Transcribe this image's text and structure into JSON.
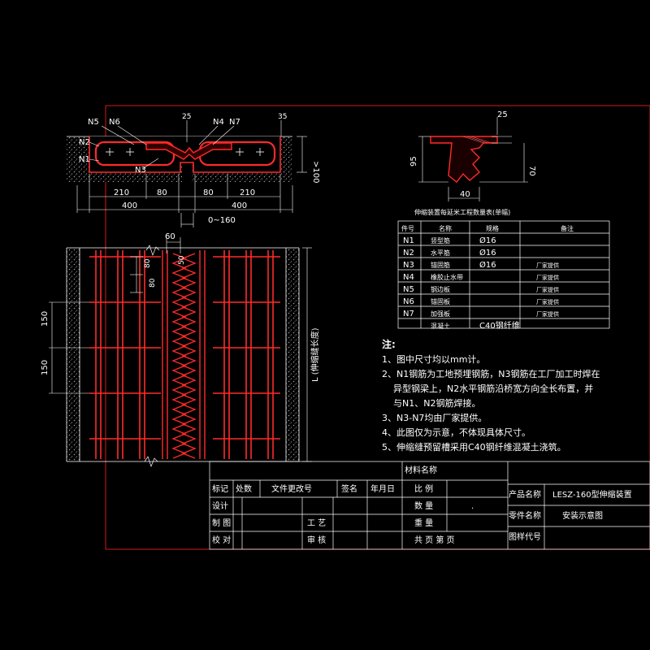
{
  "colors": {
    "background": "#000000",
    "frame": "#d21a1a",
    "rebar": "#ff2a2a",
    "dimension": "#ffffff",
    "concrete": "#9a9a9a",
    "table_text": "#ffffff",
    "notes_text": "#ffffff"
  },
  "section": {
    "labels": [
      "N5",
      "N6",
      "25",
      "N4",
      "N7",
      "35",
      "N2",
      "N1",
      "N3"
    ],
    "dims_bottom": [
      "210",
      "80",
      "80",
      "210"
    ],
    "dims_total": [
      "400",
      "400"
    ],
    "gap": "0~160",
    "height": ">100"
  },
  "profile": {
    "top": "25",
    "left": "95",
    "right": "70",
    "bottom": "40"
  },
  "plan": {
    "dim_top": "60",
    "dim_small": [
      "150",
      "150"
    ],
    "dim_80a": "80",
    "dim_80b": "80",
    "dim_50": "50",
    "length_label": "L (伸缩缝长度)"
  },
  "table": {
    "title": "伸缩装置每延米工程数量表(单幅)",
    "headers": [
      "件号",
      "名称",
      "规格",
      "备注"
    ],
    "rows": [
      [
        "N1",
        "竖型筋",
        "Ø16",
        ""
      ],
      [
        "N2",
        "水平筋",
        "Ø16",
        ""
      ],
      [
        "N3",
        "锚固筋",
        "Ø16",
        "厂家提供"
      ],
      [
        "N4",
        "橡胶止水带",
        "",
        "厂家提供"
      ],
      [
        "N5",
        "钢边板",
        "",
        "厂家提供"
      ],
      [
        "N6",
        "锚固板",
        "",
        "厂家提供"
      ],
      [
        "N7",
        "加强板",
        "",
        "厂家提供"
      ],
      [
        "",
        "混凝土",
        "C40钢纤维",
        ""
      ]
    ]
  },
  "notes": {
    "title": "注:",
    "items": [
      "1、图中尺寸均以mm计。",
      "2、N1钢筋为工地预埋钢筋，N3钢筋在工厂加工时焊在",
      "异型钢梁上，N2水平钢筋沿桥宽方向全长布置，并",
      "与N1、N2钢筋焊接。",
      "3、N3-N7均由厂家提供。",
      "4、此图仅为示意，不体现具体尺寸。",
      "5、伸缩缝预留槽采用C40钢纤维混凝土浇筑。"
    ]
  },
  "titleblock": {
    "material": "材料名称",
    "mark": "标记",
    "count": "处数",
    "change_no": "文件更改号",
    "sign": "签名",
    "date": "年月日",
    "scale": "比  例",
    "design": "设计",
    "quantity": "数  量",
    "draw": "制 图",
    "process": "工 艺",
    "weight": "重  量",
    "check": "校 对",
    "review": "审 核",
    "pages": "共  页 第  页",
    "product_name_label": "产品名称",
    "product_name": "LESZ-160型伸缩装置",
    "part_name_label": "零件名称",
    "part_name": "安装示意图",
    "drawing_no_label": "图样代号",
    "dot": "."
  }
}
